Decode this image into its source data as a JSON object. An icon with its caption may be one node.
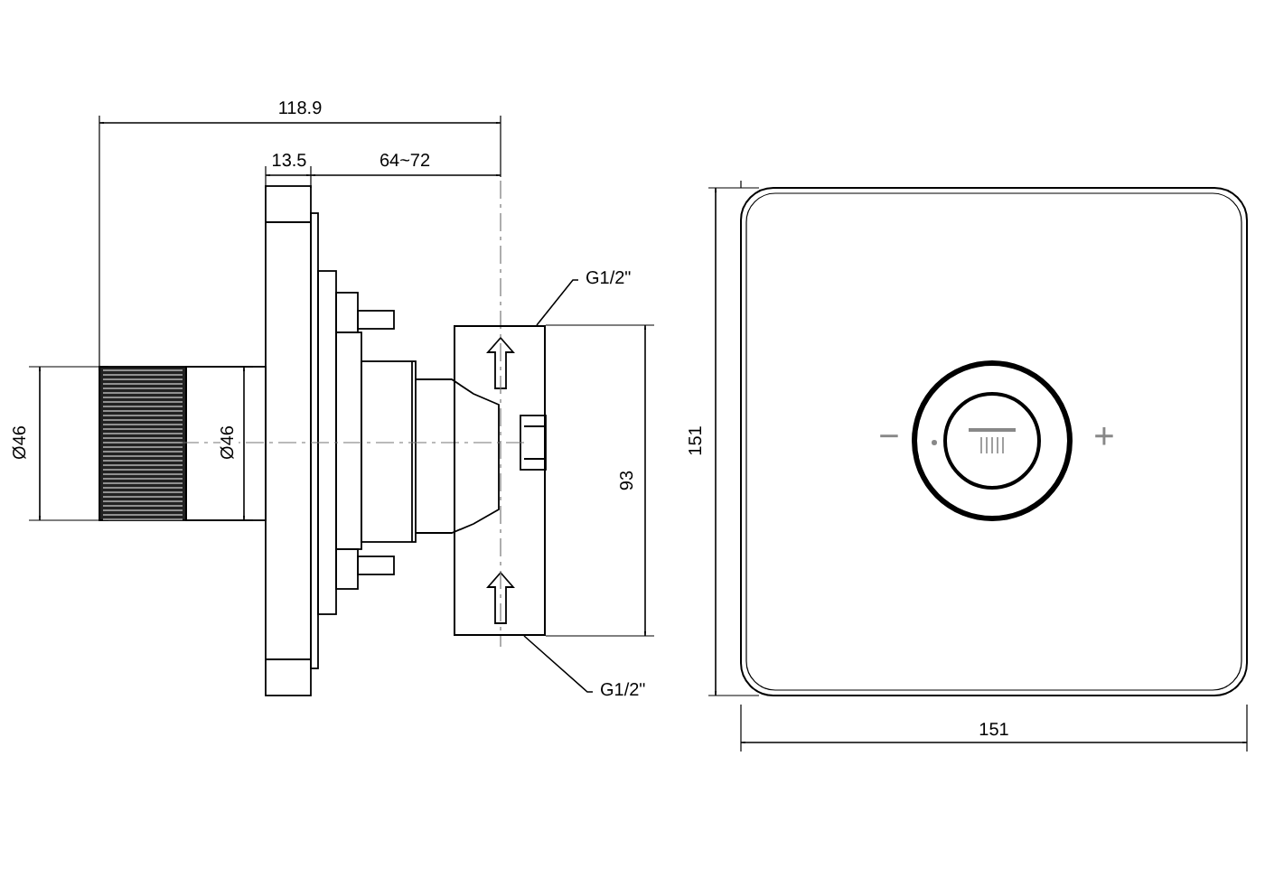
{
  "diagram": {
    "nodes": [
      {
        "text": [
          "G1/2\""
        ]
      },
      {
        "text": [
          "G1/2\""
        ]
      },
      {
        "text": [],
        "shape": "box"
      }
    ],
    "edges": [
      {
        "from": 0,
        "to": 2,
        "arrow": "none"
      },
      {
        "from": 1,
        "to": 2,
        "arrow": "none"
      }
    ],
    "labels": [
      "118.9",
      "13.5",
      "64~72",
      "Ø46",
      "Ø46",
      "93",
      "151",
      "151",
      "−",
      "+"
    ]
  }
}
